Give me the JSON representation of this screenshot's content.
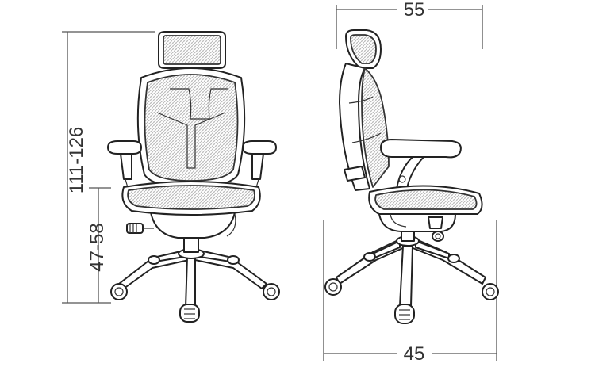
{
  "dimensions": {
    "total_height": "111-126",
    "seat_height": "47-58",
    "depth_top": "55",
    "depth_bottom": "45"
  },
  "colors": {
    "line": "#222222",
    "dimension_line": "#555555",
    "background": "#ffffff"
  }
}
